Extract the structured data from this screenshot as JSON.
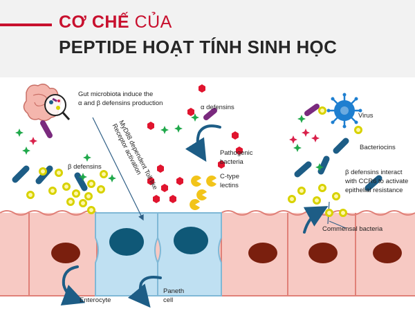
{
  "header": {
    "title_bold": "CƠ CHẾ",
    "title_light": "CỦA",
    "subtitle": "PEPTIDE HOẠT TÍNH SINH HỌC"
  },
  "labels": {
    "gut_line1": "Gut microbiota induce the",
    "gut_line2": "α and β defensins production",
    "beta_defensins": "β defensins",
    "myd88_line1": "MyD88 dependent Toll like",
    "myd88_line2": "Receptor activation",
    "alpha_defensins": "α defensins",
    "pathogenic_line1": "Pathogenic",
    "pathogenic_line2": "bacteria",
    "ctype_line1": "C-type",
    "ctype_line2": "lectins",
    "virus": "Virus",
    "bacteriocins": "Bacteriocins",
    "beta_interact_line1": "β defensins interact",
    "beta_interact_line2": "with CCR6 to activate",
    "beta_interact_line3": "epithelial resistance",
    "commensal": "Commensal bacteria",
    "enterocyte": "Enterocyte",
    "paneth_line1": "Paneth",
    "paneth_line2": "cell"
  },
  "icons": [
    "intestine-icon",
    "magnifier-icon",
    "virus-icon"
  ],
  "colors": {
    "accent_red": "#c8102e",
    "title_dark": "#262626",
    "cell_pink": "#f7c9c3",
    "cell_border": "#e08078",
    "nucleus": "#7a1f0e",
    "paneth_blue": "#bfe0f2",
    "paneth_nucleus": "#0f5877",
    "rod_blue": "#1d5d86",
    "green_star": "#1fa84a",
    "red_star": "#d9204a",
    "coccus_yellow": "#d8d200",
    "lectin_yellow": "#f2c41a",
    "defensin_purple": "#7a2a7e"
  }
}
